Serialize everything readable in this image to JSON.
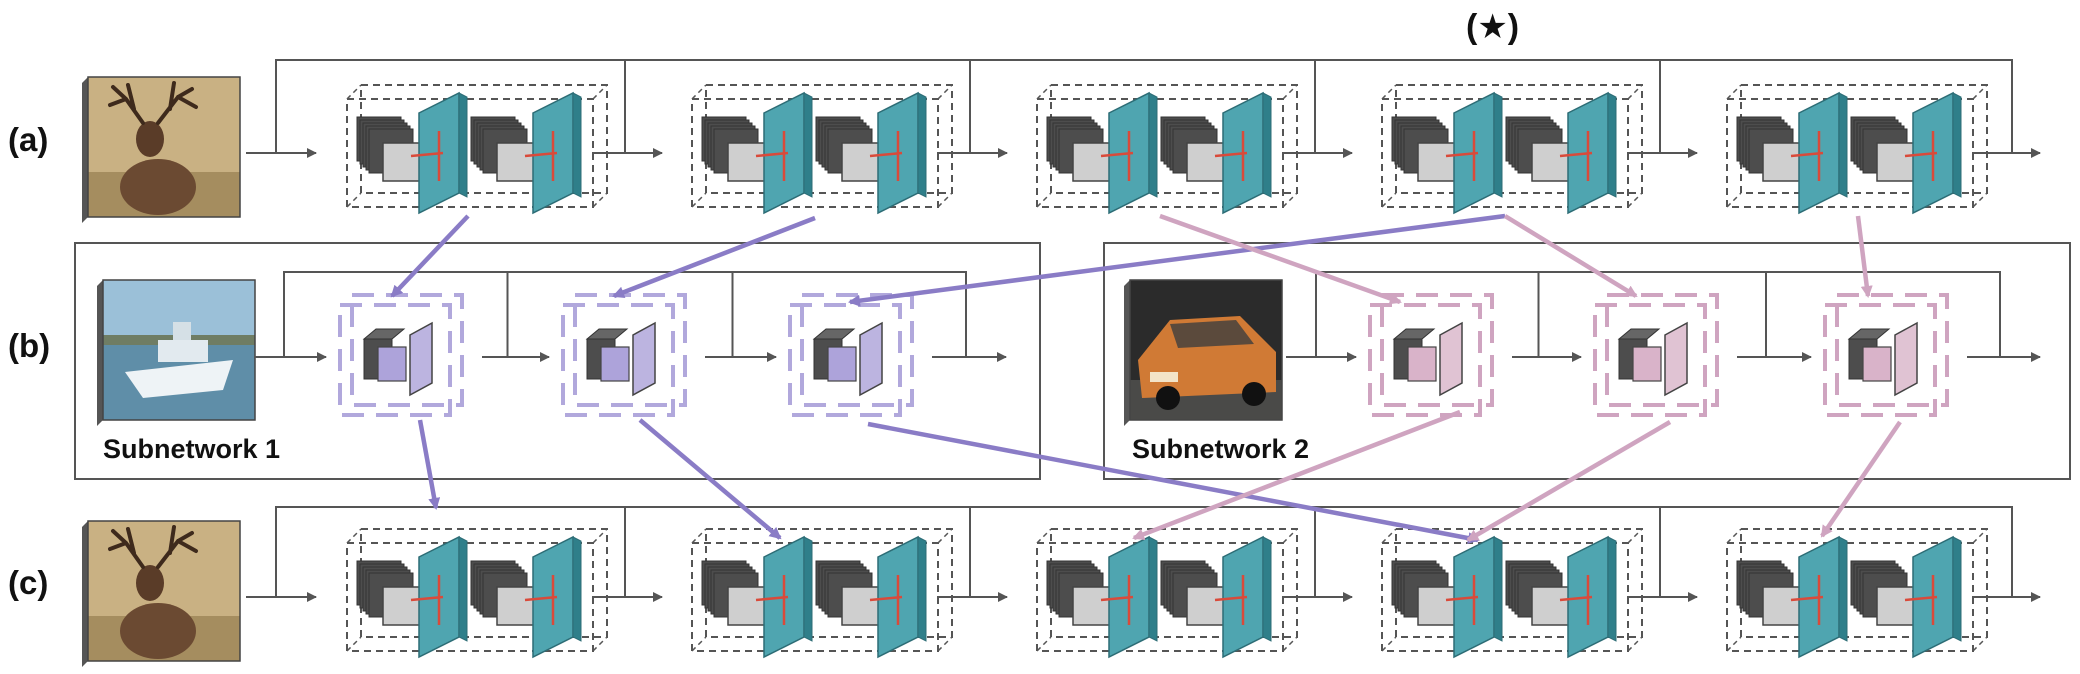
{
  "labels": {
    "row_a": "(a)",
    "row_b": "(b)",
    "row_c": "(c)",
    "star": "(★)",
    "subnetwork_1": "Subnetwork 1",
    "subnetwork_2": "Subnetwork 2"
  },
  "rows": {
    "a": {
      "image": "deer-image",
      "blocks": 5,
      "style": "full"
    },
    "b1": {
      "image": "boat-image",
      "blocks": 3,
      "style": "sub",
      "color": "purple"
    },
    "b2": {
      "image": "car-image",
      "blocks": 3,
      "style": "sub",
      "color": "pink"
    },
    "c": {
      "image": "deer-image",
      "blocks": 5,
      "style": "full"
    }
  },
  "connections": [
    {
      "from": "a.block1",
      "to": "b1.block1",
      "color": "purple"
    },
    {
      "from": "a.block2",
      "to": "b1.block2",
      "color": "purple"
    },
    {
      "from": "a.block4",
      "to": "b1.block3",
      "color": "purple"
    },
    {
      "from": "a.block3",
      "to": "b2.block1",
      "color": "pink"
    },
    {
      "from": "a.block4",
      "to": "b2.block2",
      "color": "pink"
    },
    {
      "from": "a.block5",
      "to": "b2.block3",
      "color": "pink"
    },
    {
      "from": "b1.block1",
      "to": "c.block1",
      "color": "purple"
    },
    {
      "from": "b1.block2",
      "to": "c.block2",
      "color": "purple"
    },
    {
      "from": "b1.block3",
      "to": "c.block4",
      "color": "purple"
    },
    {
      "from": "b2.block1",
      "to": "c.block3",
      "color": "pink"
    },
    {
      "from": "b2.block2",
      "to": "c.block4",
      "color": "pink"
    },
    {
      "from": "b2.block3",
      "to": "c.block5",
      "color": "pink"
    }
  ],
  "colors": {
    "purple": "#8a7cc6",
    "purple_light": "#b1a8dc",
    "purple_fill": "#ada3da",
    "pink": "#cfa4c0",
    "pink_fill": "#d9b3c9",
    "teal": "#4fa5b0",
    "teal_dark": "#2f7f8a",
    "gray_cube": "#555555",
    "line": "#555555"
  }
}
